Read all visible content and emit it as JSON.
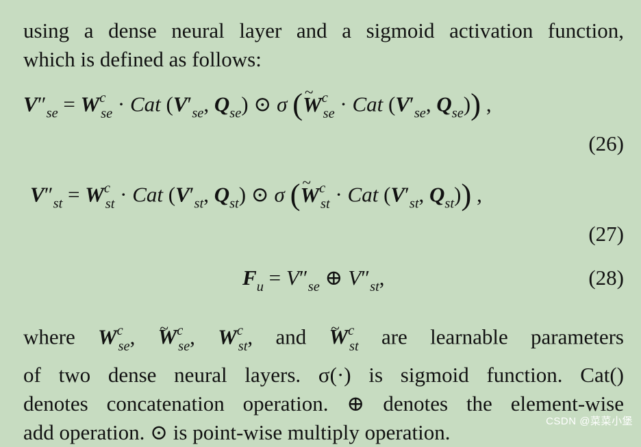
{
  "intro": {
    "line1": "using a dense neural layer and a sigmoid activation function,",
    "line2": "which is defined as follows:"
  },
  "equations": [
    {
      "number": "(26)",
      "lhs": "V″se",
      "rhs": "= Wcse · Cat (V′se, Qse) ⊙ σ (W̃cse · Cat (V′se, Qse)) ,"
    },
    {
      "number": "(27)",
      "lhs": "V″st",
      "rhs": "= Wcst · Cat (V′st, Qst) ⊙ σ (W̃cst · Cat (V′st, Qst)) ,"
    },
    {
      "number": "(28)",
      "lhs": "Fu",
      "rhs": "= V″se ⊕ V″st,"
    }
  ],
  "closing": {
    "line1_tail": "are learnable parameters",
    "line2": "of two dense neural layers. σ(·) is sigmoid function. Cat()",
    "line3": "denotes concatenation operation. ⊕ denotes the element-wise",
    "line4": "add operation. ⊙ is point-wise multiply operation."
  },
  "watermark": "CSDN @菜菜小堡"
}
